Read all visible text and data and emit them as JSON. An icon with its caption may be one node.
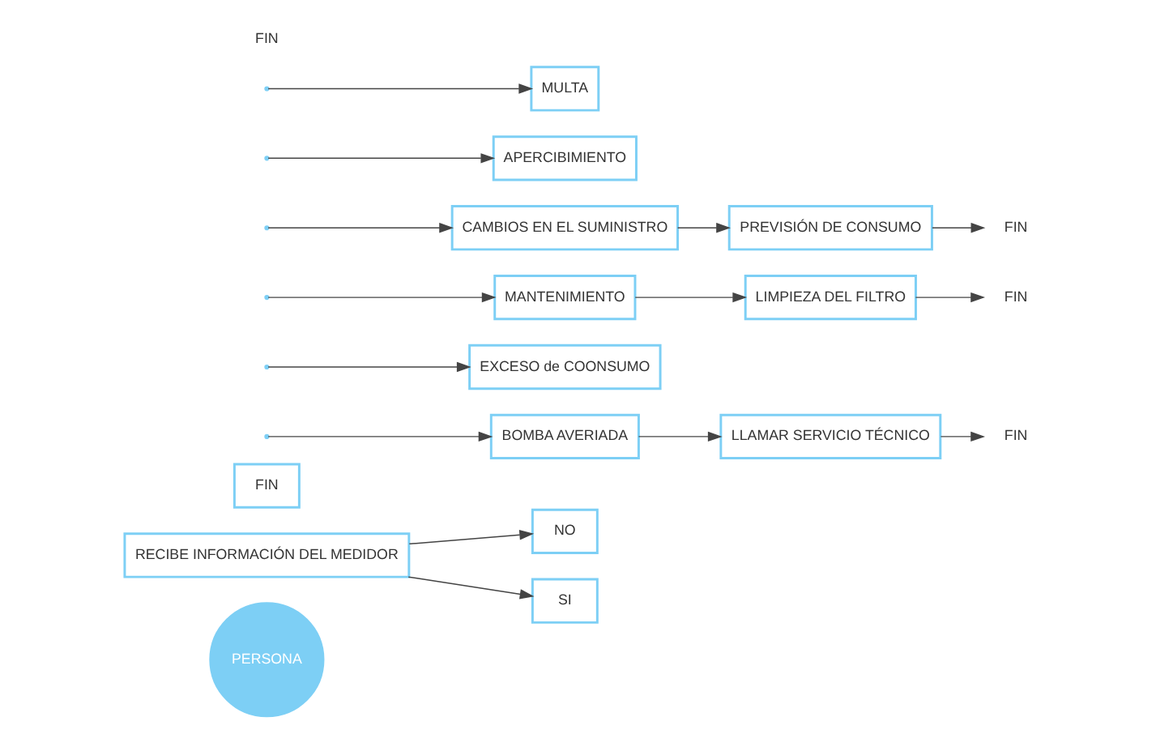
{
  "diagram": {
    "nodes": [
      {
        "text": [
          "PERSONA"
        ]
      },
      {
        "text": [
          "RECIBE INFORMACIÓN DEL MEDIDOR"
        ]
      },
      {
        "text": [
          "NO"
        ]
      },
      {
        "text": [
          "SI"
        ]
      },
      {
        "text": [
          "FIN"
        ]
      },
      {
        "text": [
          "BOMBA AVERIADA"
        ]
      },
      {
        "text": [
          "EXCESO de COONSUMO"
        ]
      },
      {
        "text": [
          "MANTENIMIENTO"
        ]
      },
      {
        "text": [
          "CAMBIOS EN EL SUMINISTRO"
        ]
      },
      {
        "text": [
          "LLAMAR SERVICIO TÉCNICO"
        ]
      },
      {
        "text": [
          "APERCIBIMIENTO"
        ]
      },
      {
        "text": [
          "MULTA"
        ]
      },
      {
        "text": [
          "LIMPIEZA DEL FILTRO"
        ]
      },
      {
        "text": [
          "PREVISIÓN DE CONSUMO"
        ]
      },
      {
        "text": [
          "FIN"
        ]
      },
      {
        "text": [
          "FIN"
        ]
      },
      {
        "text": [
          "FIN"
        ]
      }
    ],
    "edges": [
      {
        "from": 1,
        "to": 2,
        "arrow": "to"
      },
      {
        "from": 1,
        "to": 3,
        "arrow": "to"
      },
      {
        "from": null,
        "to": 5,
        "arrow": "to"
      },
      {
        "from": null,
        "to": 6,
        "arrow": "to"
      },
      {
        "from": null,
        "to": 7,
        "arrow": "to"
      },
      {
        "from": null,
        "to": 8,
        "arrow": "to"
      },
      {
        "from": 5,
        "to": 9,
        "arrow": "to"
      },
      {
        "from": 9,
        "to": 14,
        "arrow": "to"
      },
      {
        "from": null,
        "to": 10,
        "arrow": "to"
      },
      {
        "from": null,
        "to": 11,
        "arrow": "to"
      },
      {
        "from": 7,
        "to": 12,
        "arrow": "to"
      },
      {
        "from": 12,
        "to": 15,
        "arrow": "to"
      },
      {
        "from": 8,
        "to": 13,
        "arrow": "to"
      },
      {
        "from": 13,
        "to": 16,
        "arrow": "to"
      }
    ],
    "labels": [
      "FIN"
    ]
  }
}
